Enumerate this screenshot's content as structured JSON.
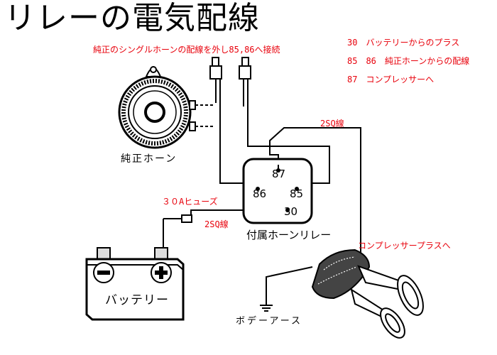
{
  "title": "リレーの電気配線",
  "wiring_note": "純正のシングルホーンの配線を外し85,86へ接続",
  "legend": [
    "30　バッテリーからのプラス",
    "85　86　純正ホーンからの配線",
    "87　コンプレッサーへ"
  ],
  "wire_labels": {
    "sq_top": "2SQ線",
    "fuse": "３０Aヒューズ",
    "sq_mid": "2SQ線",
    "compressor": "コンプレッサープラスへ"
  },
  "components": {
    "horn": "純正ホーン",
    "relay": "付属ホーンリレー",
    "battery": "バッテリー",
    "ground": "ボデーアース"
  },
  "pins": {
    "p87": "87",
    "p86": "86",
    "p85": "85",
    "p30": "30"
  },
  "colors": {
    "annotation": "#e8000b",
    "line": "#000000"
  }
}
